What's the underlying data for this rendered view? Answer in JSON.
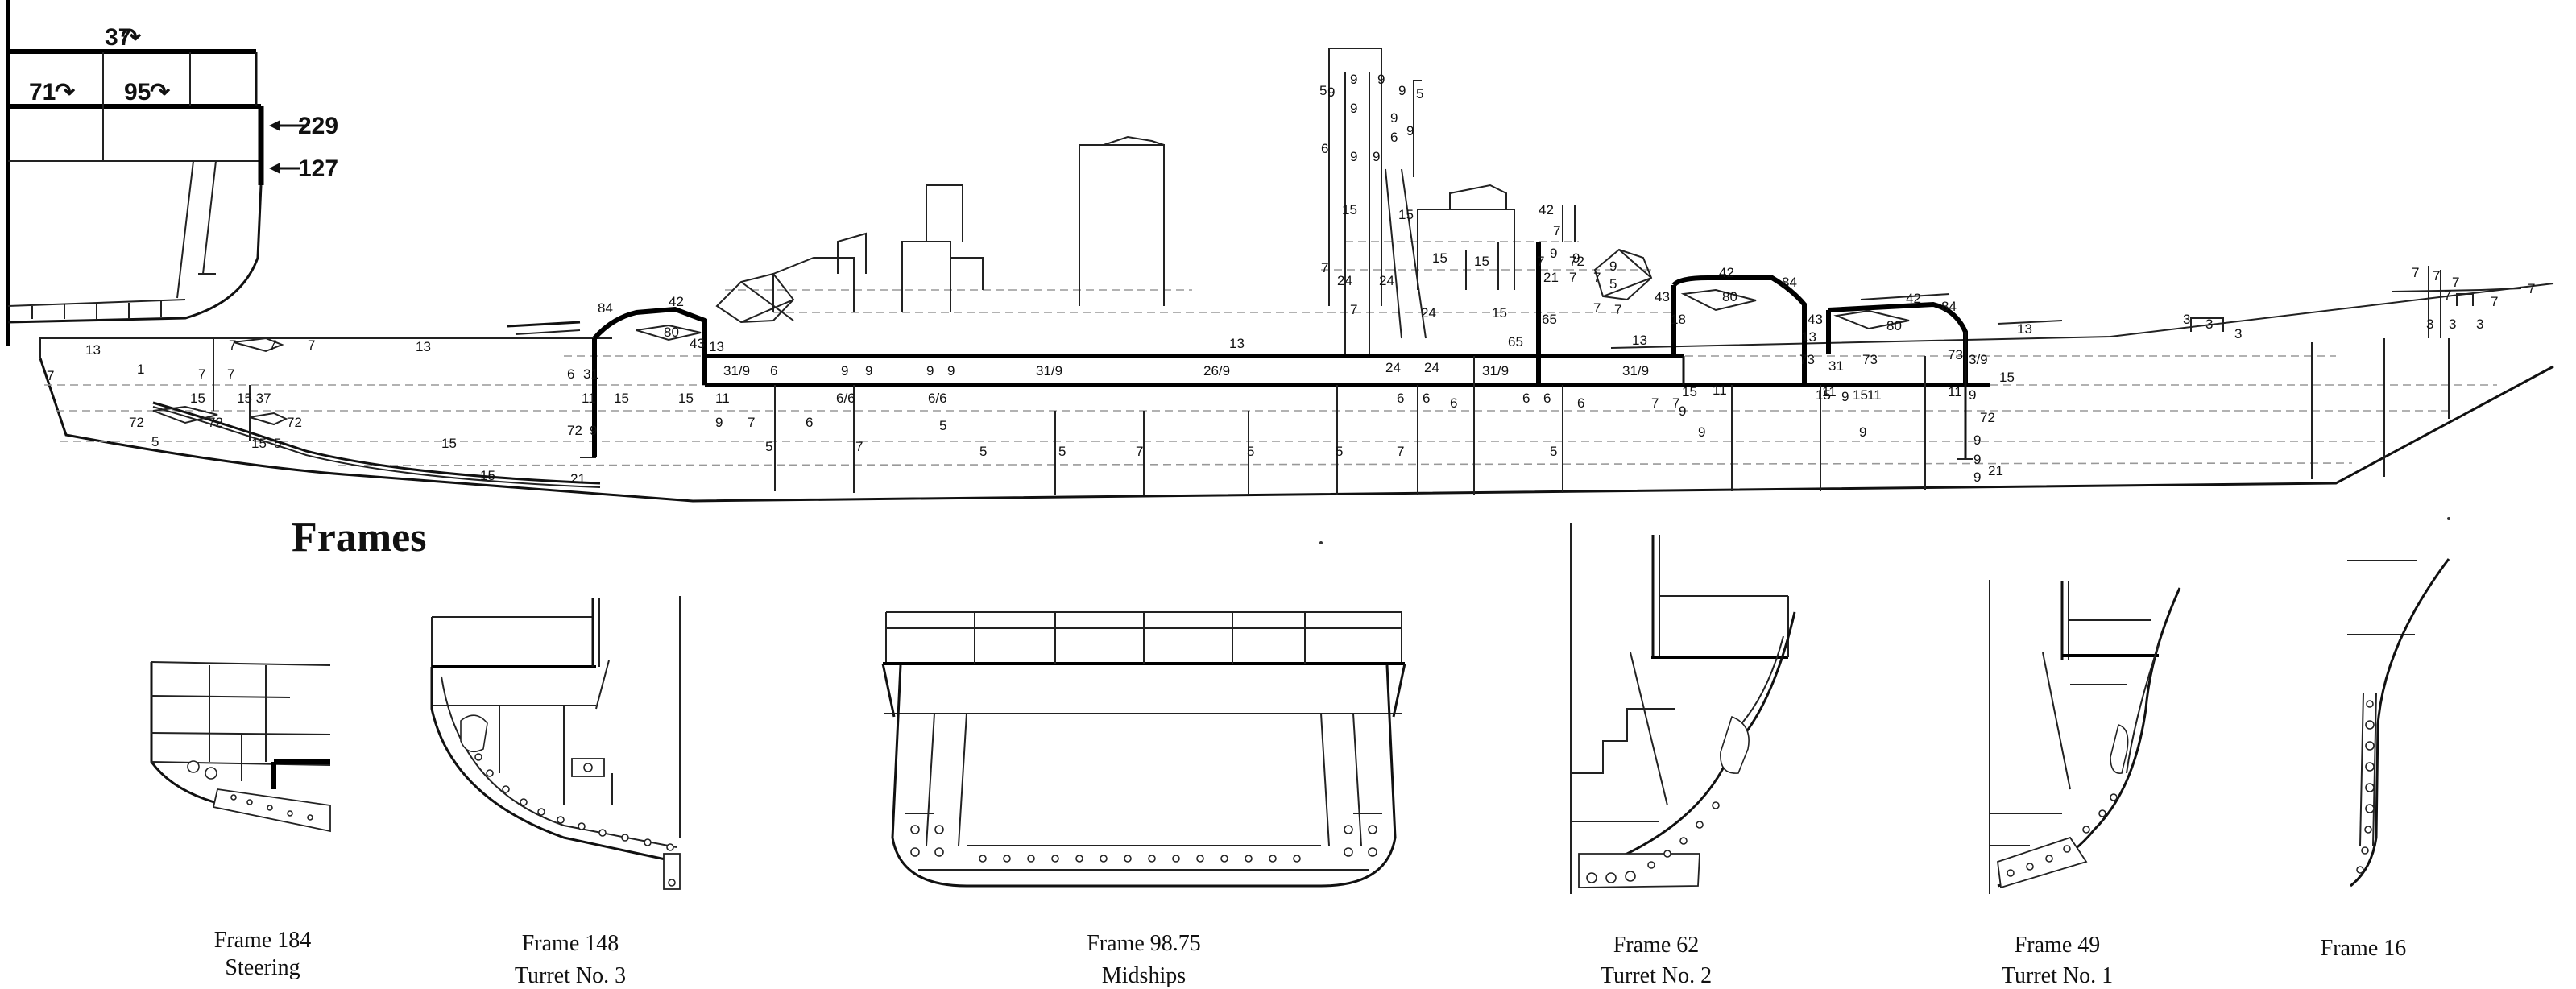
{
  "title": "Frames",
  "inset": {
    "labels": [
      "37",
      "71",
      "95",
      "229",
      "127"
    ]
  },
  "profile_labels": [
    {
      "id": "p1",
      "text": "13"
    },
    {
      "id": "p2",
      "text": "7"
    },
    {
      "id": "p3",
      "text": "1"
    },
    {
      "id": "p4",
      "text": "7"
    },
    {
      "id": "p5",
      "text": "7"
    },
    {
      "id": "p6",
      "text": "15"
    },
    {
      "id": "p7",
      "text": "15 37"
    },
    {
      "id": "p8",
      "text": "72"
    },
    {
      "id": "p9",
      "text": "72"
    },
    {
      "id": "p10",
      "text": "72"
    },
    {
      "id": "p11",
      "text": "5"
    },
    {
      "id": "p12",
      "text": "15"
    },
    {
      "id": "p13",
      "text": "5"
    },
    {
      "id": "p14",
      "text": "15"
    },
    {
      "id": "p15",
      "text": "15"
    },
    {
      "id": "p16",
      "text": "7"
    },
    {
      "id": "p17",
      "text": "7"
    },
    {
      "id": "p18",
      "text": "7"
    },
    {
      "id": "p19",
      "text": "13"
    },
    {
      "id": "p20",
      "text": "84"
    },
    {
      "id": "p21",
      "text": "42"
    },
    {
      "id": "p22",
      "text": "80"
    },
    {
      "id": "p23",
      "text": "43"
    },
    {
      "id": "p24",
      "text": "13"
    },
    {
      "id": "p25",
      "text": "6"
    },
    {
      "id": "p26",
      "text": "31"
    },
    {
      "id": "p27",
      "text": "11"
    },
    {
      "id": "p28",
      "text": "15"
    },
    {
      "id": "p29",
      "text": "72"
    },
    {
      "id": "p30",
      "text": "9"
    },
    {
      "id": "p31",
      "text": "21"
    },
    {
      "id": "p32",
      "text": "31/9"
    },
    {
      "id": "p33",
      "text": "6"
    },
    {
      "id": "p34",
      "text": "15"
    },
    {
      "id": "p35",
      "text": "11"
    },
    {
      "id": "p36",
      "text": "9"
    },
    {
      "id": "p37",
      "text": "7"
    },
    {
      "id": "p38",
      "text": "6"
    },
    {
      "id": "p39",
      "text": "5"
    },
    {
      "id": "p40",
      "text": "9"
    },
    {
      "id": "p41",
      "text": "9"
    },
    {
      "id": "p42",
      "text": "6/6"
    },
    {
      "id": "p43",
      "text": "7"
    },
    {
      "id": "p44",
      "text": "9"
    },
    {
      "id": "p45",
      "text": "9"
    },
    {
      "id": "p46",
      "text": "6/6"
    },
    {
      "id": "p47",
      "text": "5"
    },
    {
      "id": "p48",
      "text": "31/9"
    },
    {
      "id": "p49",
      "text": "26/9"
    },
    {
      "id": "p50",
      "text": "13"
    },
    {
      "id": "p51",
      "text": "5"
    },
    {
      "id": "p52",
      "text": "5"
    },
    {
      "id": "p53",
      "text": "7"
    },
    {
      "id": "p54",
      "text": "5"
    },
    {
      "id": "p55",
      "text": "5"
    },
    {
      "id": "p56",
      "text": "7"
    },
    {
      "id": "p57",
      "text": "24"
    },
    {
      "id": "p58",
      "text": "24"
    },
    {
      "id": "p59",
      "text": "6"
    },
    {
      "id": "p60",
      "text": "6"
    },
    {
      "id": "p61",
      "text": "6"
    },
    {
      "id": "p62",
      "text": "31/9"
    },
    {
      "id": "p63",
      "text": "6"
    },
    {
      "id": "p64",
      "text": "6"
    },
    {
      "id": "p65",
      "text": "6"
    },
    {
      "id": "p66",
      "text": "5"
    },
    {
      "id": "p67",
      "text": "65"
    },
    {
      "id": "p68",
      "text": "65"
    },
    {
      "id": "p69",
      "text": "31/9"
    },
    {
      "id": "p70",
      "text": "7"
    },
    {
      "id": "p71",
      "text": "7"
    },
    {
      "id": "p72",
      "text": "15"
    },
    {
      "id": "p73",
      "text": "9"
    },
    {
      "id": "p74",
      "text": "11"
    },
    {
      "id": "p75",
      "text": "9"
    },
    {
      "id": "p76",
      "text": "18"
    },
    {
      "id": "p77",
      "text": "43"
    },
    {
      "id": "p78",
      "text": "42"
    },
    {
      "id": "p79",
      "text": "80"
    },
    {
      "id": "p80",
      "text": "84"
    },
    {
      "id": "p81",
      "text": "13"
    },
    {
      "id": "p82",
      "text": "43"
    },
    {
      "id": "p83",
      "text": "73"
    },
    {
      "id": "p84",
      "text": "31"
    },
    {
      "id": "p85",
      "text": "73"
    },
    {
      "id": "p86",
      "text": "11"
    },
    {
      "id": "p87",
      "text": "15"
    },
    {
      "id": "p88",
      "text": "9"
    },
    {
      "id": "p89",
      "text": "15"
    },
    {
      "id": "p90",
      "text": "11"
    },
    {
      "id": "p91",
      "text": "9"
    },
    {
      "id": "p92",
      "text": "42"
    },
    {
      "id": "p93",
      "text": "80"
    },
    {
      "id": "p94",
      "text": "84"
    },
    {
      "id": "p95",
      "text": "13"
    },
    {
      "id": "p96",
      "text": "73"
    },
    {
      "id": "p97",
      "text": "3/9"
    },
    {
      "id": "p98",
      "text": "11"
    },
    {
      "id": "p99",
      "text": "9"
    },
    {
      "id": "p100",
      "text": "15"
    },
    {
      "id": "p101",
      "text": "72"
    },
    {
      "id": "p102",
      "text": "9"
    },
    {
      "id": "p103",
      "text": "9"
    },
    {
      "id": "p104",
      "text": "9"
    },
    {
      "id": "p105",
      "text": "21"
    },
    {
      "id": "p106",
      "text": "3"
    },
    {
      "id": "p107",
      "text": "3"
    },
    {
      "id": "p108",
      "text": "3"
    },
    {
      "id": "p109",
      "text": "3"
    },
    {
      "id": "p110",
      "text": "3"
    },
    {
      "id": "p111",
      "text": "3"
    },
    {
      "id": "p112",
      "text": "7"
    },
    {
      "id": "p113",
      "text": "7"
    },
    {
      "id": "p114",
      "text": "7"
    },
    {
      "id": "p115",
      "text": "7"
    },
    {
      "id": "p116",
      "text": "7"
    },
    {
      "id": "p117",
      "text": "7"
    },
    {
      "id": "p118",
      "text": "9"
    },
    {
      "id": "p119",
      "text": "9"
    },
    {
      "id": "p120",
      "text": "9"
    },
    {
      "id": "p121",
      "text": "9"
    },
    {
      "id": "p122",
      "text": "9"
    },
    {
      "id": "p123",
      "text": "9"
    },
    {
      "id": "p124",
      "text": "5"
    },
    {
      "id": "p125",
      "text": "9"
    },
    {
      "id": "p126",
      "text": "9"
    },
    {
      "id": "p127",
      "text": "5"
    },
    {
      "id": "p128",
      "text": "6"
    },
    {
      "id": "p129",
      "text": "9"
    },
    {
      "id": "p130",
      "text": "15"
    },
    {
      "id": "p131",
      "text": "6"
    },
    {
      "id": "p132",
      "text": "7"
    },
    {
      "id": "p133",
      "text": "24"
    },
    {
      "id": "p134",
      "text": "24"
    },
    {
      "id": "p135",
      "text": "7"
    },
    {
      "id": "p136",
      "text": "24"
    },
    {
      "id": "p137",
      "text": "15"
    },
    {
      "id": "p138",
      "text": "15"
    },
    {
      "id": "p139",
      "text": "15"
    },
    {
      "id": "p140",
      "text": "15"
    },
    {
      "id": "p141",
      "text": "42"
    },
    {
      "id": "p142",
      "text": "7"
    },
    {
      "id": "p143",
      "text": "72"
    },
    {
      "id": "p144",
      "text": "21"
    },
    {
      "id": "p145",
      "text": "7"
    },
    {
      "id": "p146",
      "text": "7"
    },
    {
      "id": "p147",
      "text": "5"
    },
    {
      "id": "p148",
      "text": "9"
    },
    {
      "id": "p149",
      "text": "7"
    },
    {
      "id": "p150",
      "text": "7"
    },
    {
      "id": "p151",
      "text": "13"
    },
    {
      "id": "p152",
      "text": "9"
    },
    {
      "id": "p153",
      "text": "9"
    },
    {
      "id": "p154",
      "text": "7"
    }
  ],
  "frames": [
    {
      "line1": "Frame 184",
      "line2": "Steering"
    },
    {
      "line1": "Frame 148",
      "line2": "Turret No. 3"
    },
    {
      "line1": "Frame 98.75",
      "line2": "Midships"
    },
    {
      "line1": "Frame 62",
      "line2": "Turret No. 2"
    },
    {
      "line1": "Frame 49",
      "line2": "Turret No. 1"
    },
    {
      "line1": "Frame 16",
      "line2": ""
    }
  ]
}
